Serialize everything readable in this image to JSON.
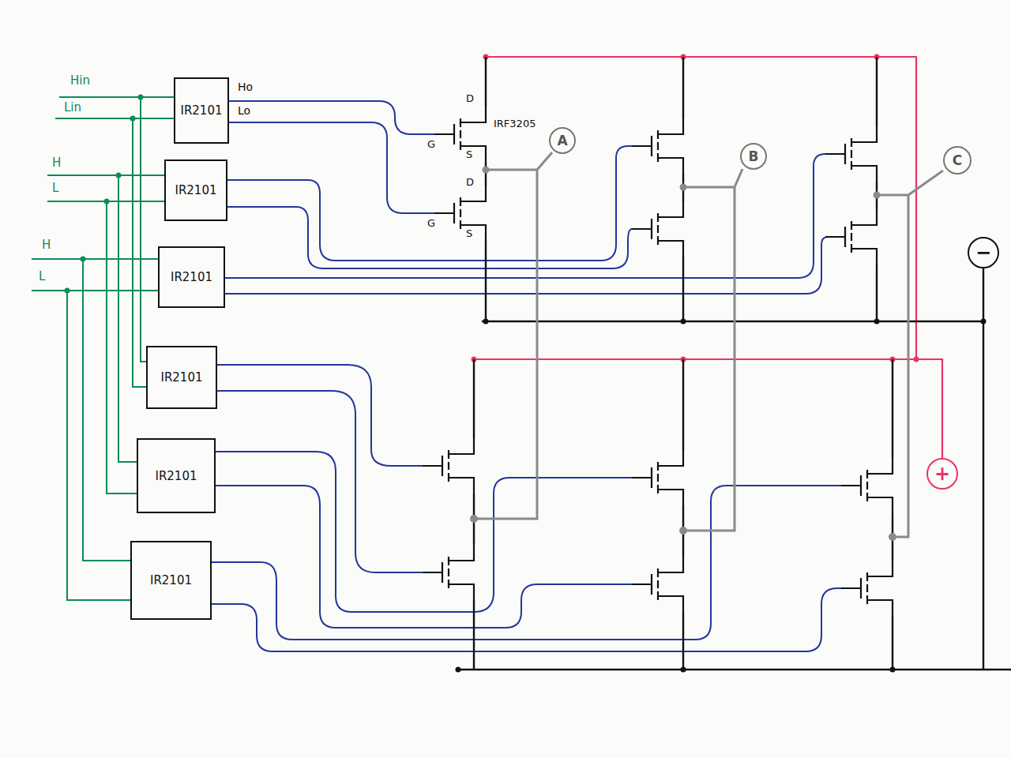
{
  "diagram": {
    "nodes": [
      {
        "text": [
          "IR2101"
        ]
      },
      {
        "text": [
          "IR2101"
        ]
      },
      {
        "text": [
          "IR2101"
        ]
      },
      {
        "text": [
          "IR2101"
        ]
      },
      {
        "text": [
          "IR2101"
        ]
      },
      {
        "text": [
          "IR2101"
        ]
      },
      {
        "text": [
          "A"
        ]
      },
      {
        "text": [
          "B"
        ]
      },
      {
        "text": [
          "C"
        ]
      },
      {
        "text": [
          "−"
        ]
      },
      {
        "text": [
          "+"
        ]
      }
    ],
    "labels": [
      "Hin",
      "Lin",
      "H",
      "L",
      "H",
      "L",
      "Ho",
      "Lo",
      "D",
      "G",
      "S",
      "D",
      "G",
      "S",
      "IRF3205"
    ]
  }
}
